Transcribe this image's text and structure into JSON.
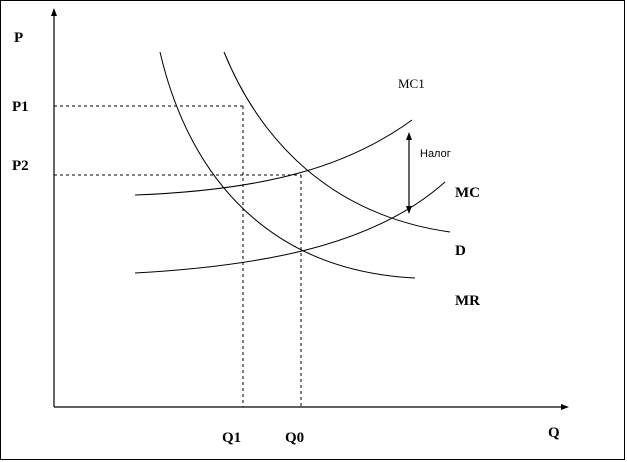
{
  "axes": {
    "y_label": "P",
    "x_label": "Q"
  },
  "price_levels": [
    "P1",
    "P2"
  ],
  "quantity_levels": [
    "Q1",
    "Q0"
  ],
  "curves": {
    "mc1": "MC1",
    "mc": "MC",
    "demand": "D",
    "mr": "MR"
  },
  "tax_label": "Налог"
}
